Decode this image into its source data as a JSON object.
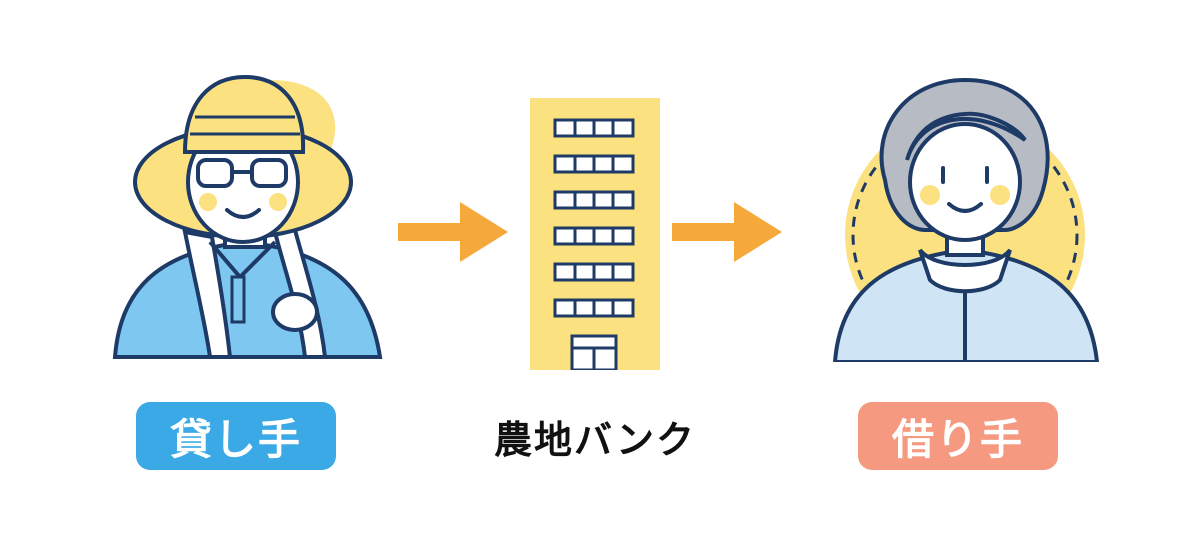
{
  "lender": {
    "label": "貸し手"
  },
  "bank": {
    "label": "農地バンク"
  },
  "borrower": {
    "label": "借り手"
  },
  "colors": {
    "lender_accent": "#3aa9e6",
    "borrower_accent": "#f59a80",
    "arrow": "#f5a93a",
    "building": "#fbe17f",
    "outline": "#1e3a66"
  }
}
